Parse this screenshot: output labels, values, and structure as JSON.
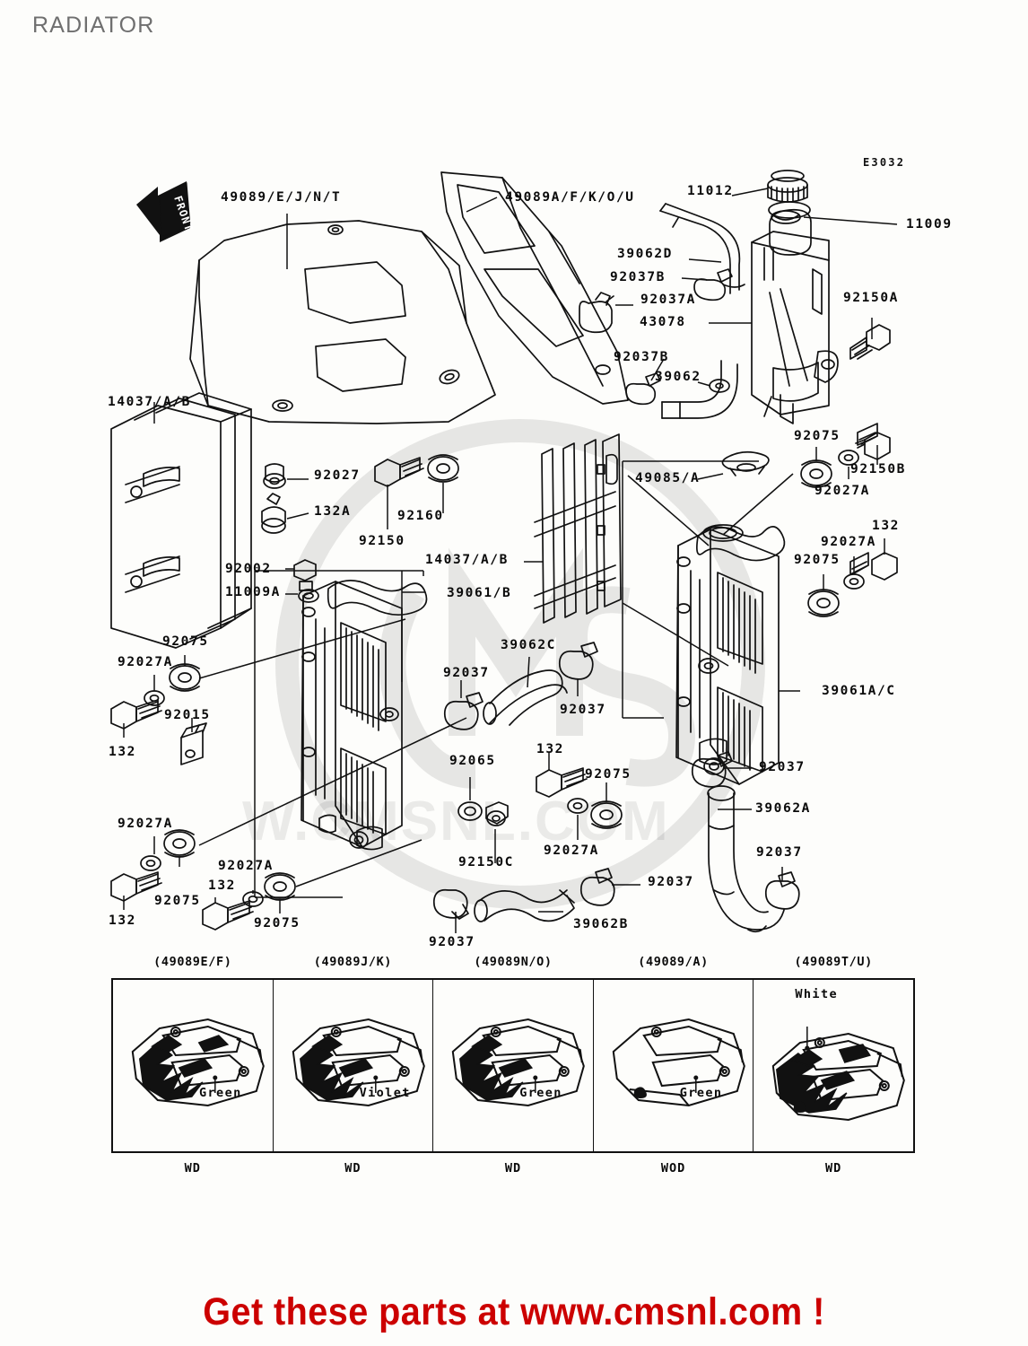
{
  "page": {
    "title": "RADIATOR",
    "diagram_code": "E3032",
    "front_marker": "FRONT",
    "footer_banner": "Get these parts at www.cmsnl.com !",
    "watermark_text": "W.CMSNL.COM"
  },
  "callouts": [
    {
      "id": "c01",
      "text": "49089/E/J/N/T"
    },
    {
      "id": "c02",
      "text": "49089A/F/K/O/U"
    },
    {
      "id": "c03",
      "text": "11012"
    },
    {
      "id": "c04",
      "text": "11009"
    },
    {
      "id": "c05",
      "text": "39062D"
    },
    {
      "id": "c06",
      "text": "92037B"
    },
    {
      "id": "c07",
      "text": "92037A"
    },
    {
      "id": "c08",
      "text": "43078"
    },
    {
      "id": "c09",
      "text": "92150A"
    },
    {
      "id": "c10",
      "text": "92037B"
    },
    {
      "id": "c11",
      "text": "39062"
    },
    {
      "id": "c12",
      "text": "14037/A/B"
    },
    {
      "id": "c13",
      "text": "92027"
    },
    {
      "id": "c14",
      "text": "132A"
    },
    {
      "id": "c15",
      "text": "92160"
    },
    {
      "id": "c16",
      "text": "92150"
    },
    {
      "id": "c17",
      "text": "92075"
    },
    {
      "id": "c18",
      "text": "92150B"
    },
    {
      "id": "c19",
      "text": "92027A"
    },
    {
      "id": "c20",
      "text": "49085/A"
    },
    {
      "id": "c21",
      "text": "132"
    },
    {
      "id": "c22",
      "text": "92027A"
    },
    {
      "id": "c23",
      "text": "92075"
    },
    {
      "id": "c24",
      "text": "92002"
    },
    {
      "id": "c25",
      "text": "11009A"
    },
    {
      "id": "c26",
      "text": "14037/A/B"
    },
    {
      "id": "c27",
      "text": "39061/B"
    },
    {
      "id": "c28",
      "text": "39062C"
    },
    {
      "id": "c29",
      "text": "92037"
    },
    {
      "id": "c30",
      "text": "92037"
    },
    {
      "id": "c31",
      "text": "92075"
    },
    {
      "id": "c32",
      "text": "92027A"
    },
    {
      "id": "c33",
      "text": "92015"
    },
    {
      "id": "c34",
      "text": "132"
    },
    {
      "id": "c35",
      "text": "39061A/C"
    },
    {
      "id": "c36",
      "text": "92065"
    },
    {
      "id": "c37",
      "text": "132"
    },
    {
      "id": "c38",
      "text": "92075"
    },
    {
      "id": "c39",
      "text": "92027A"
    },
    {
      "id": "c40",
      "text": "92037"
    },
    {
      "id": "c41",
      "text": "39062A"
    },
    {
      "id": "c42",
      "text": "92037"
    },
    {
      "id": "c43",
      "text": "92027A"
    },
    {
      "id": "c44",
      "text": "92075"
    },
    {
      "id": "c45",
      "text": "132"
    },
    {
      "id": "c46",
      "text": "92027A"
    },
    {
      "id": "c47",
      "text": "132"
    },
    {
      "id": "c48",
      "text": "92075"
    },
    {
      "id": "c49",
      "text": "92150C"
    },
    {
      "id": "c50",
      "text": "92037"
    },
    {
      "id": "c51",
      "text": "39062B"
    },
    {
      "id": "c52",
      "text": "92037"
    }
  ],
  "variant_table": {
    "cells": [
      {
        "header": "(49089E/F)",
        "color_label": "Green",
        "footer": "WD",
        "style": "graphic"
      },
      {
        "header": "(49089J/K)",
        "color_label": "Violet",
        "footer": "WD",
        "style": "graphic"
      },
      {
        "header": "(49089N/O)",
        "color_label": "Green",
        "footer": "WD",
        "style": "graphic"
      },
      {
        "header": "(49089/A)",
        "color_label": "Green",
        "footer": "WOD",
        "style": "plain"
      },
      {
        "header": "(49089T/U)",
        "color_label": "White",
        "footer": "WD",
        "style": "graphic"
      }
    ]
  }
}
